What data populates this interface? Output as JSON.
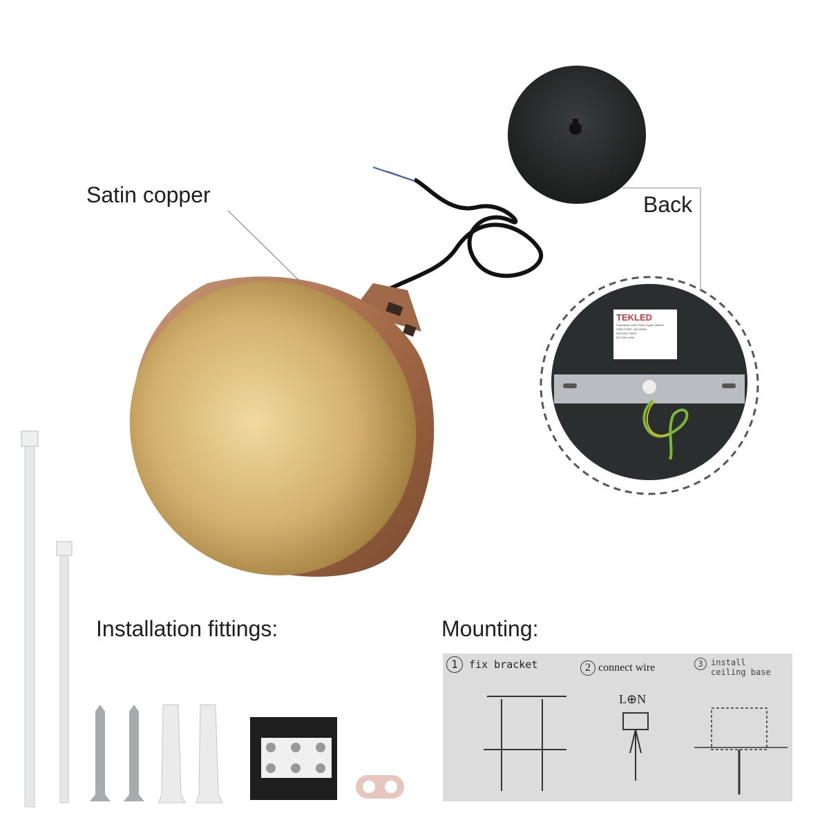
{
  "labels": {
    "material": "Satin copper",
    "back": "Back",
    "installation_fittings": "Installation fittings:",
    "mounting": "Mounting:"
  },
  "product_label": {
    "brand": "TEKLED",
    "line1": "Chandelier 1xE27 Red Copper 280mm",
    "line2": "ITEM CODE: 150-18436",
    "line3": "220-240V~50HZ",
    "line4": "E27 MAX 40W"
  },
  "mounting_steps": [
    {
      "number": "1",
      "text": "fix bracket"
    },
    {
      "number": "2",
      "text": "connect wire"
    },
    {
      "number": "3",
      "text": "install ceiling base"
    }
  ],
  "wiring_label": "L⊕N",
  "colors": {
    "copper_outer": "#b07a55",
    "gold_inner": "#d8b877",
    "canopy_black": "#2b2e2e",
    "brand_red": "#d6353d",
    "diagram_bg": "#dcdcdc"
  }
}
